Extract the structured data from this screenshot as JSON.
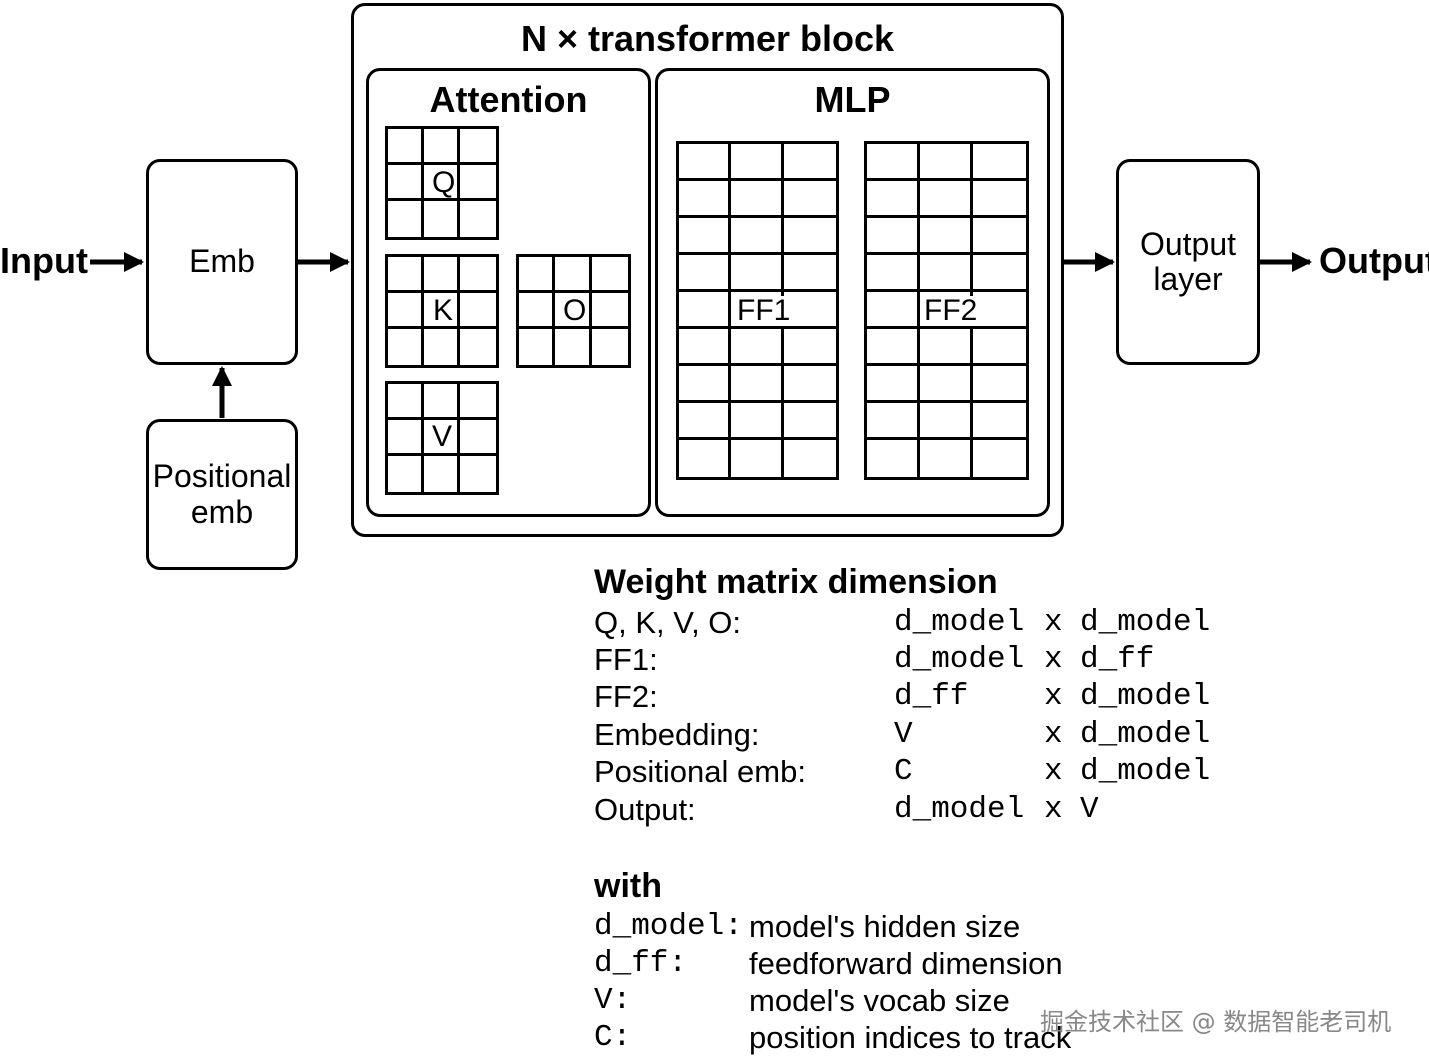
{
  "diagram": {
    "input_label": "Input",
    "output_label": "Output",
    "emb_label": "Emb",
    "positional_emb_label": "Positional\nemb",
    "output_layer_label": "Output\nlayer",
    "transformer_block_title": "N × transformer block",
    "attention_title": "Attention",
    "mlp_title": "MLP",
    "matrices": {
      "q": "Q",
      "k": "K",
      "v": "V",
      "o": "O",
      "ff1": "FF1",
      "ff2": "FF2"
    }
  },
  "weights": {
    "title": "Weight matrix dimension",
    "rows": [
      {
        "name": "Q, K, V, O:",
        "left": "d_model",
        "x": "x",
        "right": "d_model"
      },
      {
        "name": "FF1:",
        "left": "d_model",
        "x": "x",
        "right": "d_ff"
      },
      {
        "name": "FF2:",
        "left": "d_ff",
        "x": "x",
        "right": "d_model"
      },
      {
        "name": "Embedding:",
        "left": "V",
        "x": "x",
        "right": "d_model"
      },
      {
        "name": "Positional emb:",
        "left": "C",
        "x": "x",
        "right": "d_model"
      },
      {
        "name": "Output:",
        "left": "d_model",
        "x": "x",
        "right": "V"
      }
    ]
  },
  "legend": {
    "title": "with",
    "items": [
      {
        "key": "d_model:",
        "desc": "model's hidden size"
      },
      {
        "key": "d_ff:",
        "desc": "feedforward dimension"
      },
      {
        "key": "V:",
        "desc": "model's vocab size"
      },
      {
        "key": "C:",
        "desc": "position indices to track"
      }
    ]
  },
  "watermark": "掘金技术社区 @ 数据智能老司机"
}
